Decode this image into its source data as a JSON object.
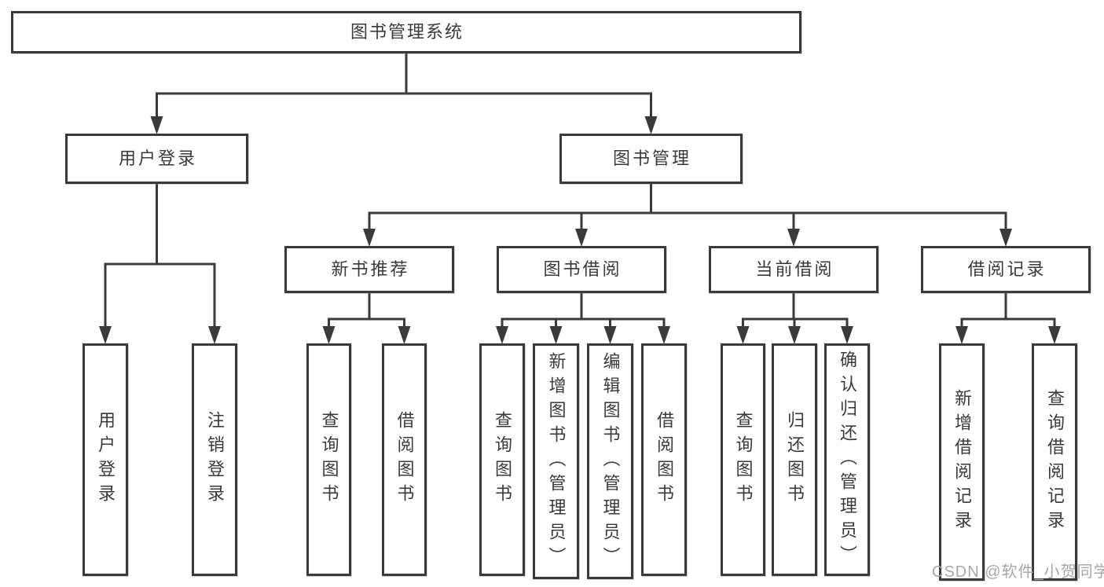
{
  "tree": {
    "label": "图书管理系统",
    "children": [
      {
        "label": "用户登录",
        "children": [
          {
            "label": "用户登录"
          },
          {
            "label": "注销登录"
          }
        ]
      },
      {
        "label": "图书管理",
        "children": [
          {
            "label": "新书推荐",
            "children": [
              {
                "label": "查询图书"
              },
              {
                "label": "借阅图书"
              }
            ]
          },
          {
            "label": "图书借阅",
            "children": [
              {
                "label": "查询图书"
              },
              {
                "label": "新增图书（管理员）"
              },
              {
                "label": "编辑图书（管理员）"
              },
              {
                "label": "借阅图书"
              }
            ]
          },
          {
            "label": "当前借阅",
            "children": [
              {
                "label": "查询图书"
              },
              {
                "label": "归还图书"
              },
              {
                "label": "确认归还（管理员）"
              }
            ]
          },
          {
            "label": "借阅记录",
            "children": [
              {
                "label": "新增借阅记录"
              },
              {
                "label": "查询借阅记录"
              }
            ]
          }
        ]
      }
    ]
  },
  "watermark": "CSDN @软件_小贺同学",
  "colors": {
    "line": "#3a3a3a",
    "text": "#3a3a3a",
    "box_background": "#ffffff",
    "page_background": "#ffffff",
    "watermark": "#a9a6a6"
  }
}
